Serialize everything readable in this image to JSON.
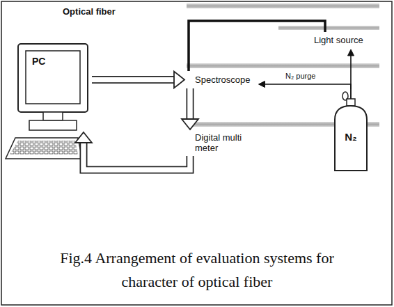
{
  "diagram": {
    "caption": "Fig.4 Arrangement of evaluation systems for character of optical fiber",
    "nodes": [
      {
        "text": [
          "PC"
        ]
      },
      {
        "text": [
          "Light source"
        ]
      },
      {
        "text": [
          "Spectroscope"
        ]
      },
      {
        "text": [
          "Digital multi meter"
        ]
      },
      {
        "text": [
          "N₂"
        ]
      }
    ],
    "edges": [
      {
        "from": 2,
        "to": 1,
        "arrow": "none",
        "label": "Optical fiber"
      },
      {
        "from": 0,
        "to": 2,
        "arrow": "to"
      },
      {
        "from": 2,
        "to": 3,
        "arrow": "to"
      },
      {
        "from": 3,
        "to": 0,
        "arrow": "to"
      },
      {
        "from": 4,
        "to": 1,
        "arrow": "to"
      },
      {
        "from": 4,
        "to": 2,
        "arrow": "to",
        "label": "N₂ purge"
      }
    ]
  }
}
